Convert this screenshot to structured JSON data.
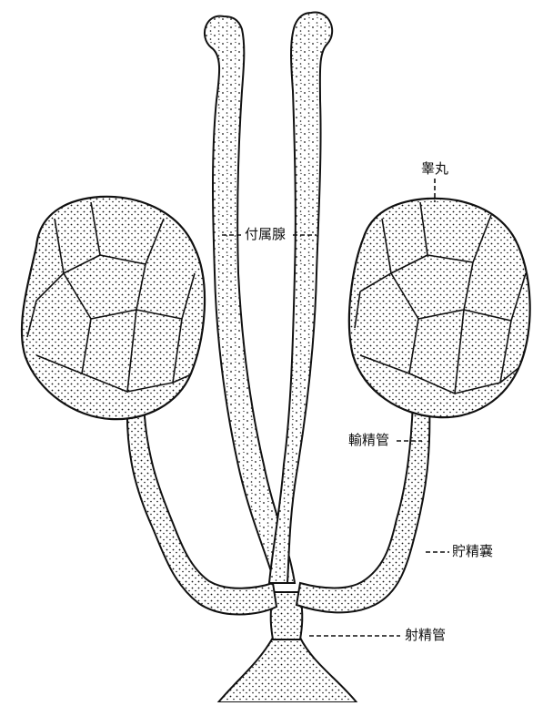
{
  "labels": {
    "testis": "睾丸",
    "accessory_gland": "付属腺",
    "vas_deferens": "輸精管",
    "seminal_vesicle": "貯精嚢",
    "ejaculatory_duct": "射精管"
  },
  "colors": {
    "ink": "#111111",
    "fill": "#ffffff"
  }
}
